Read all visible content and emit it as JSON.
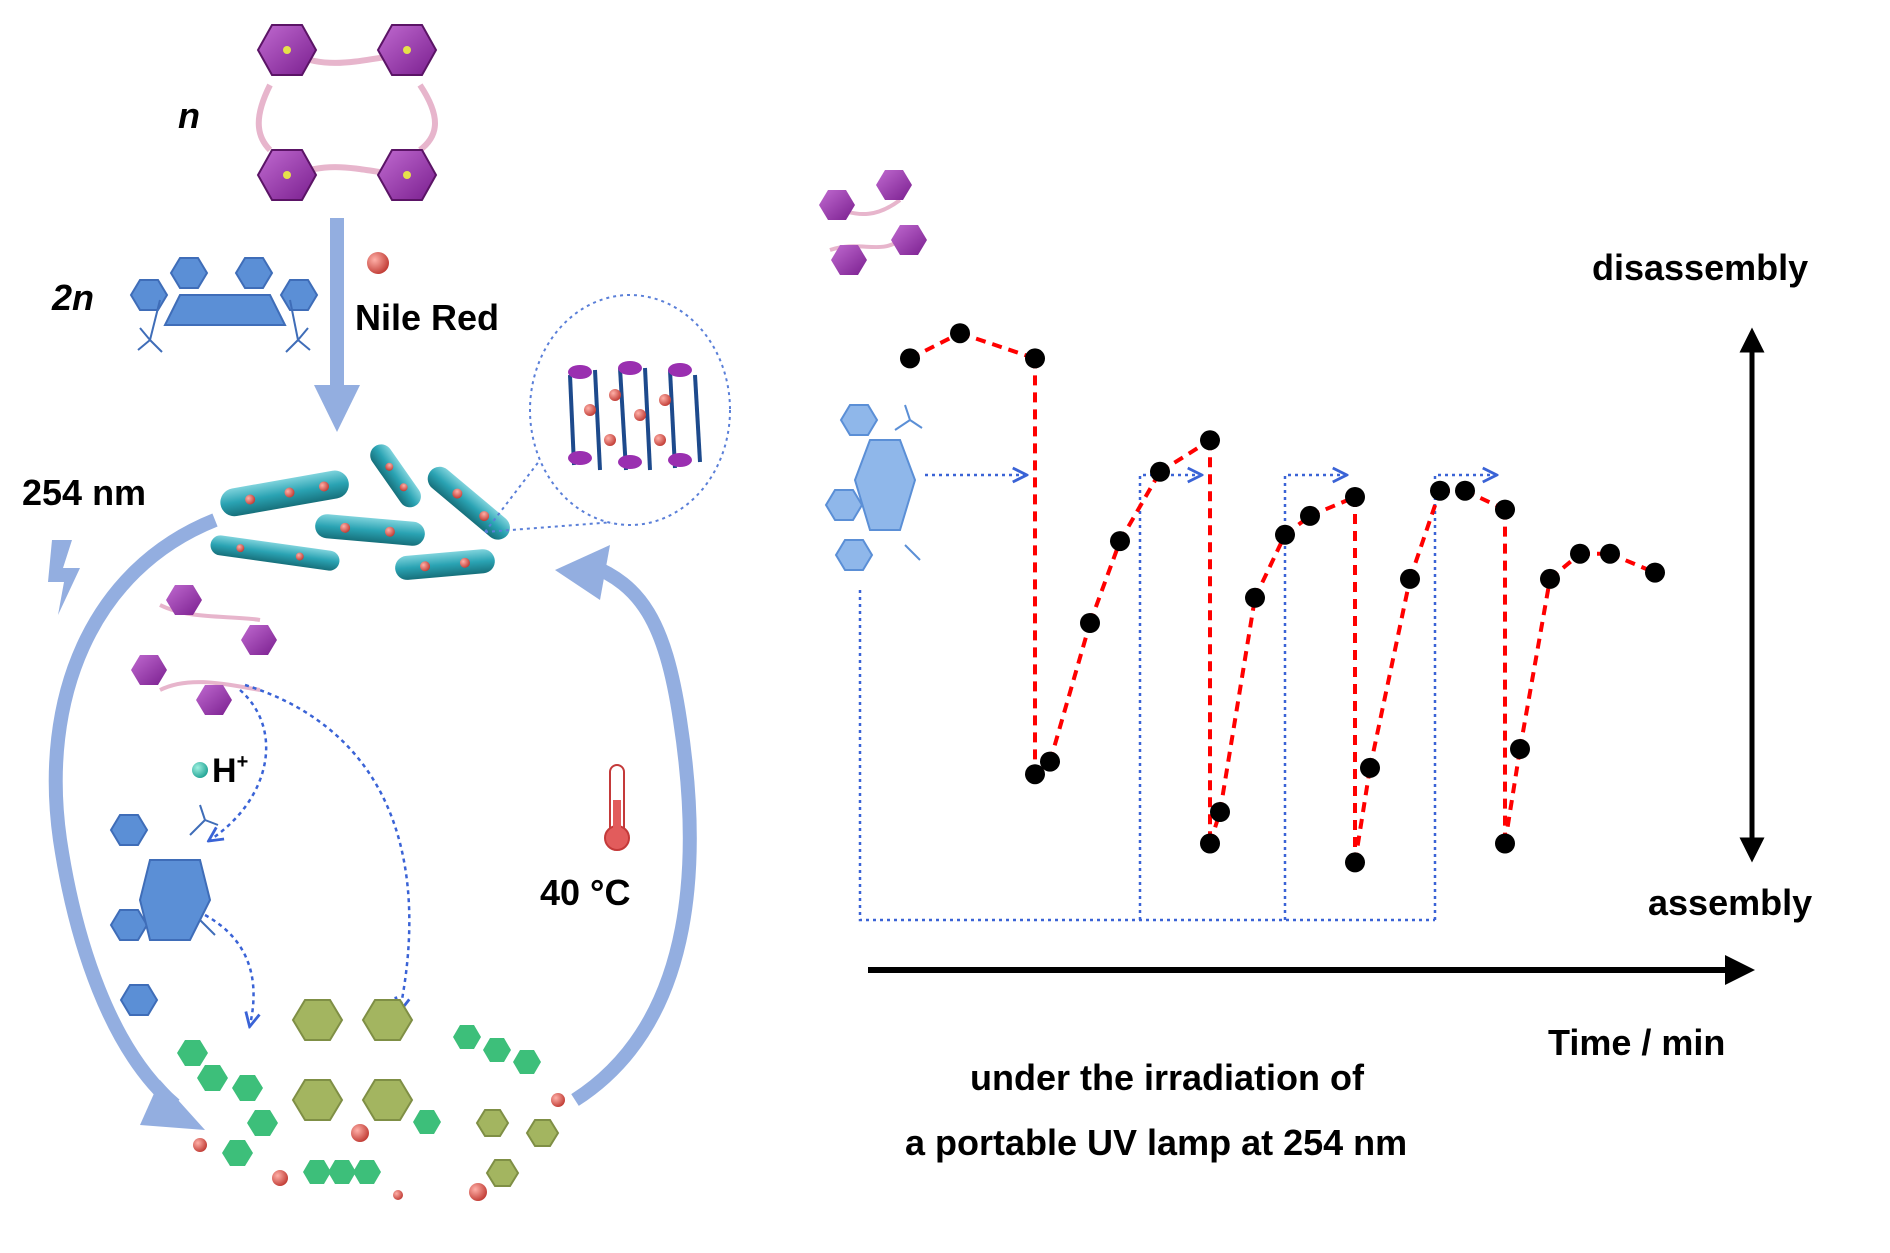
{
  "labels": {
    "n": "n",
    "two_n": "2n",
    "nile_red": "Nile Red",
    "uv_254": "254 nm",
    "proton": "H",
    "proton_sup": "+",
    "temp_value": "40 ",
    "temp_unit": "°C",
    "disassembly": "disassembly",
    "assembly": "assembly",
    "time_axis": "Time / min",
    "caption_line1": "under the irradiation of",
    "caption_line2": "a portable UV lamp at 254 nm"
  },
  "colors": {
    "macrocycle": "#8e2fa3",
    "guest": "#5b8fd6",
    "fiber": "#2aa3b3",
    "nile_red": "#d9544f",
    "green_product": "#3dbf7a",
    "olive_product": "#a3b560",
    "cycle_arrow": "#93aee0",
    "trace": "#ff0000",
    "guide": "#3a63d6"
  },
  "chart_data": {
    "type": "line",
    "title": "",
    "xlabel": "Time / min",
    "ylabel": "",
    "y_top_label": "disassembly",
    "y_bottom_label": "assembly",
    "points": [
      {
        "x": 0.0,
        "y": 0.82
      },
      {
        "x": 0.5,
        "y": 0.86
      },
      {
        "x": 1.25,
        "y": 0.82
      },
      {
        "x": 1.25,
        "y": 0.16
      },
      {
        "x": 1.4,
        "y": 0.18
      },
      {
        "x": 1.8,
        "y": 0.4
      },
      {
        "x": 2.1,
        "y": 0.53
      },
      {
        "x": 2.5,
        "y": 0.64
      },
      {
        "x": 3.0,
        "y": 0.69
      },
      {
        "x": 3.0,
        "y": 0.05
      },
      {
        "x": 3.1,
        "y": 0.1
      },
      {
        "x": 3.45,
        "y": 0.44
      },
      {
        "x": 3.75,
        "y": 0.54
      },
      {
        "x": 4.0,
        "y": 0.57
      },
      {
        "x": 4.45,
        "y": 0.6
      },
      {
        "x": 4.45,
        "y": 0.02
      },
      {
        "x": 4.6,
        "y": 0.17
      },
      {
        "x": 5.0,
        "y": 0.47
      },
      {
        "x": 5.3,
        "y": 0.61
      },
      {
        "x": 5.55,
        "y": 0.61
      },
      {
        "x": 5.95,
        "y": 0.58
      },
      {
        "x": 5.95,
        "y": 0.05
      },
      {
        "x": 6.1,
        "y": 0.2
      },
      {
        "x": 6.4,
        "y": 0.47
      },
      {
        "x": 6.7,
        "y": 0.51
      },
      {
        "x": 7.0,
        "y": 0.51
      },
      {
        "x": 7.45,
        "y": 0.48
      }
    ],
    "guest_addition_times": [
      1.25,
      3.0,
      4.45,
      5.95
    ],
    "xlim": [
      0,
      8
    ],
    "ylim": [
      0,
      1
    ],
    "grid": false
  }
}
